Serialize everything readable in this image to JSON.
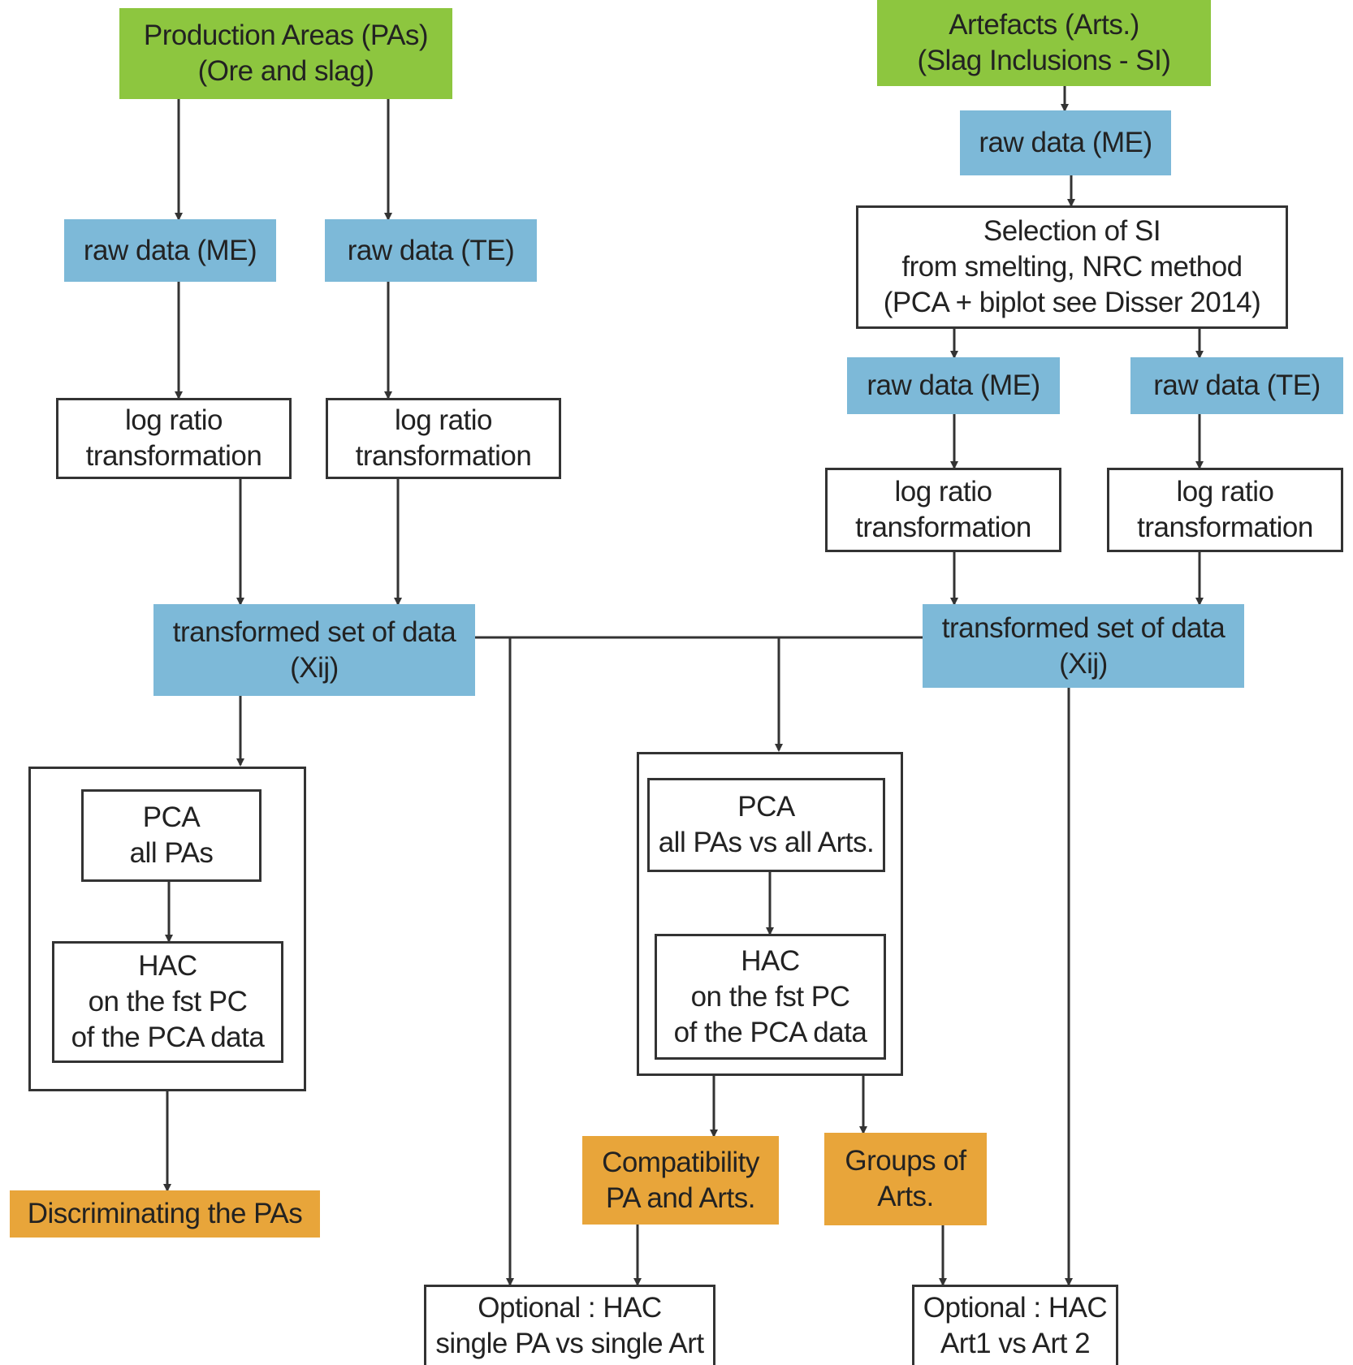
{
  "nodes": {
    "production_areas": "Production Areas (PAs)\n(Ore and slag)",
    "artefacts": "Artefacts (Arts.)\n(Slag Inclusions - SI)",
    "pa_raw_me": "raw data (ME)",
    "pa_raw_te": "raw data (TE)",
    "art_raw_me_top": "raw data (ME)",
    "selection_si": "Selection of SI\nfrom smelting, NRC method\n(PCA + biplot see Disser 2014)",
    "art_raw_me": "raw data (ME)",
    "art_raw_te": "raw data (TE)",
    "pa_log_me": "log ratio\ntransformation",
    "pa_log_te": "log ratio\ntransformation",
    "art_log_me": "log ratio\ntransformation",
    "art_log_te": "log ratio\ntransformation",
    "pa_transformed": "transformed set of data\n(Xij)",
    "art_transformed": "transformed set of data\n(Xij)",
    "pca_all_pas": "PCA\nall PAs",
    "hac_pas": "HAC\non the fst PC\nof the PCA data",
    "pca_pas_vs_arts": "PCA\nall PAs vs all Arts.",
    "hac_pas_arts": "HAC\non the fst PC\nof the PCA data",
    "discriminating": "Discriminating the PAs",
    "compatibility": "Compatibility\nPA and Arts.",
    "groups_arts": "Groups of\nArts.",
    "optional_pa_art": "Optional : HAC\nsingle PA vs single Art",
    "optional_art_art": "Optional : HAC\nArt1 vs Art 2"
  },
  "colors": {
    "source": "#8dc63f",
    "data": "#7db9d8",
    "result": "#e8a53a",
    "line": "#333333"
  }
}
